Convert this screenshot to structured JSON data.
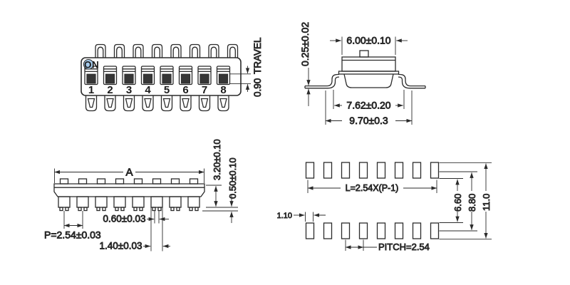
{
  "front_view": {
    "on_label": "ON",
    "switch_numbers": [
      "1",
      "2",
      "3",
      "4",
      "5",
      "6",
      "7",
      "8"
    ],
    "travel_label": "TRAVEL",
    "travel_value": "0.90"
  },
  "side_view": {
    "top_width": "6.00±0.10",
    "lead_thickness": "0.25±0.02",
    "lead_span": "7.62±0.20",
    "overall_width": "9.70±0.3"
  },
  "bottom_view": {
    "overall_length": "A",
    "body_height": "3.20±0.10",
    "standoff": "0.50±0.10",
    "terminal_tip_width": "0.60±0.03",
    "pitch": "P=2.54±0.03",
    "terminal_base_width": "1.40±0.03"
  },
  "land_pattern": {
    "length_formula": "L=2.54X(P-1)",
    "pad_width": "1.10",
    "row_inner_gap": "6.60",
    "row_center_distance": "8.80",
    "overall_height": "11.0",
    "pad_pitch": "PITCH=2.54"
  },
  "colors": {
    "line": "#2b2b2b",
    "knob": "#363636",
    "on_dot": "#a6cbec"
  }
}
